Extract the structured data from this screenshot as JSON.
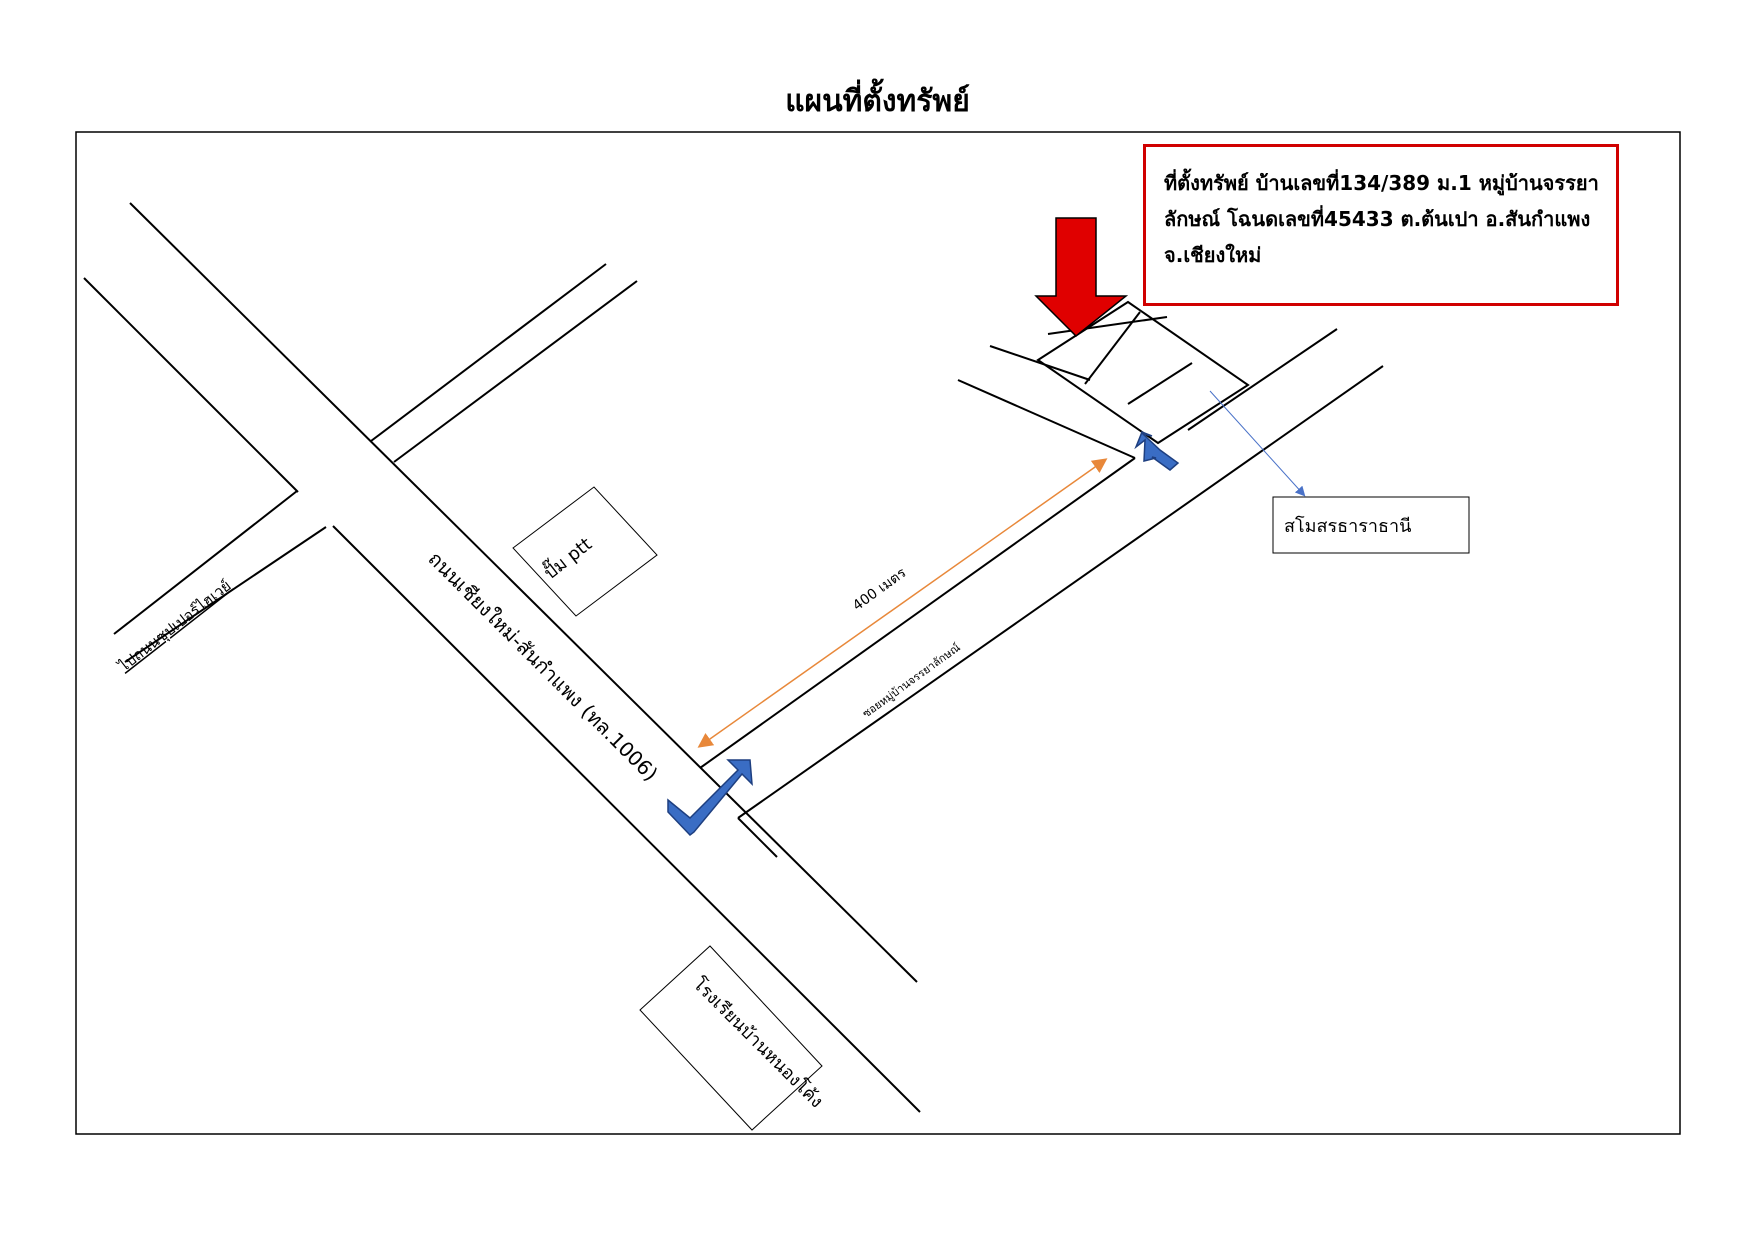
{
  "title": "แผนที่ตั้งทรัพย์",
  "address_box": {
    "text": "ที่ตั้งทรัพย์ บ้านเลขที่134/389 ม.1 หมู่บ้านจรรยาลักษณ์ โฉนดเลขที่45433 ต.ต้นเปา อ.สันกำแพง จ.เชียงใหม่",
    "border_color": "#d00000"
  },
  "labels": {
    "main_road": "ถนนเชียงใหม่-สันกำแพง (ทล.1006)",
    "cross_road": "ไปถนนซุปเปอร์ไฮเวย์",
    "soi": "ซอยหมู่บ้านจรรยาลักษณ์",
    "distance": "400 เมตร",
    "ptt": "ปั๊ม ptt",
    "club": "สโมสรธาราธานี",
    "school": "โรงเรียนบ้านหนองโค้ง"
  },
  "colors": {
    "marker_arrow": "#e00000",
    "turn_arrows": "#3a6dc4",
    "distance_arrow": "#e8883a",
    "pointer_line": "#4a72c8"
  },
  "icons": [
    "property-marker-arrow-icon",
    "turn-left-arrow-icon",
    "turn-right-arrow-icon"
  ]
}
